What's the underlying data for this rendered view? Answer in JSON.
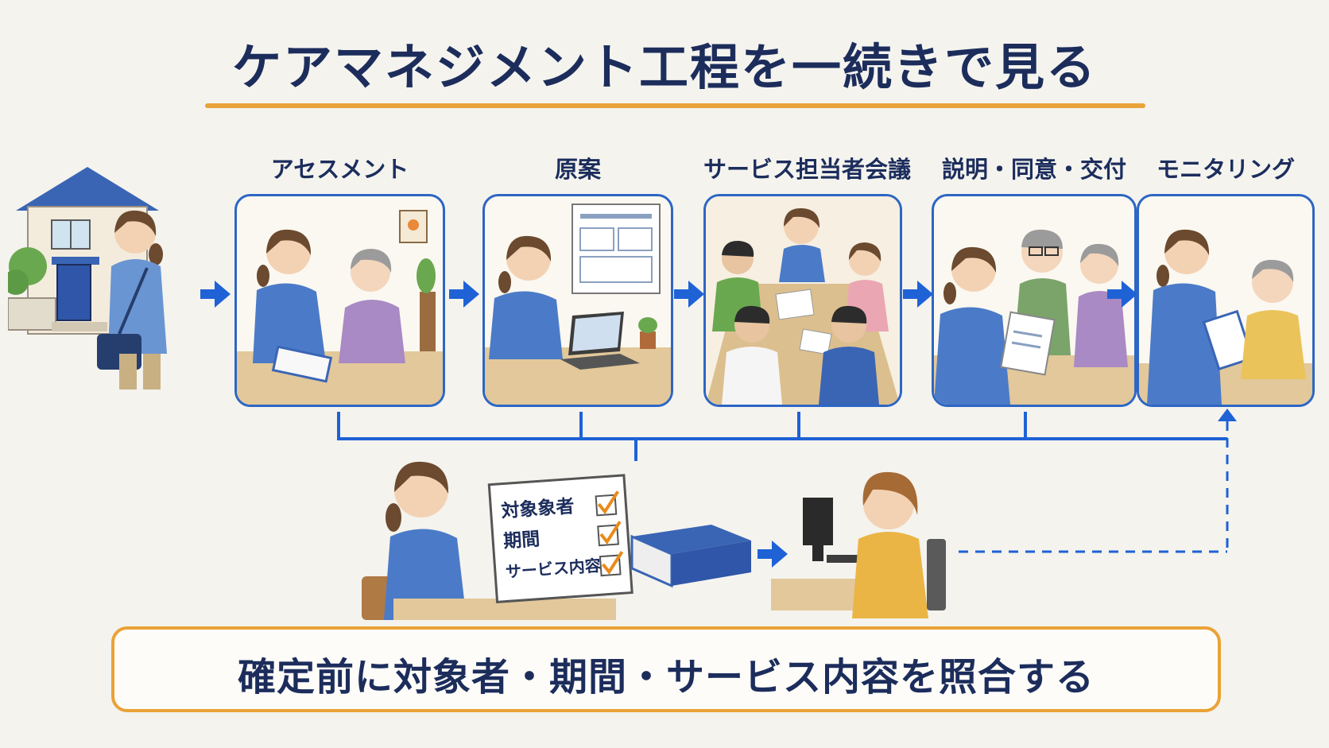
{
  "title": "ケアマネジメント工程を一続きで見る",
  "steps": [
    {
      "label": "アセスメント"
    },
    {
      "label": "原案"
    },
    {
      "label": "サービス担当者会議"
    },
    {
      "label": "説明・同意・交付"
    },
    {
      "label": "モニタリング"
    }
  ],
  "checklist": {
    "items": [
      "対象象者",
      "期間",
      "サービス内容"
    ]
  },
  "bottom_message": "確定前に対象者・期間・サービス内容を照合する",
  "colors": {
    "accent_blue": "#2d66c4",
    "accent_orange": "#e9a33a",
    "text_navy": "#1c2d5c"
  }
}
